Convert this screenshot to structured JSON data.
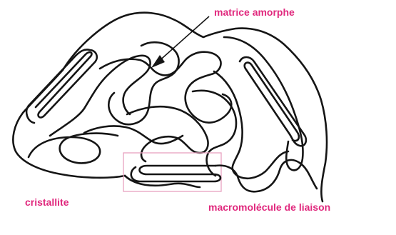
{
  "labels": {
    "matrice_amorphe": "matrice amorphe",
    "cristallite": "cristallite",
    "macromolecule_de_liaison": "macromolécule de liaison"
  },
  "colors": {
    "label_text": "#e0287d",
    "chains": "#151515",
    "highlight_box": "#e8a2bf",
    "background": "#ffffff"
  }
}
